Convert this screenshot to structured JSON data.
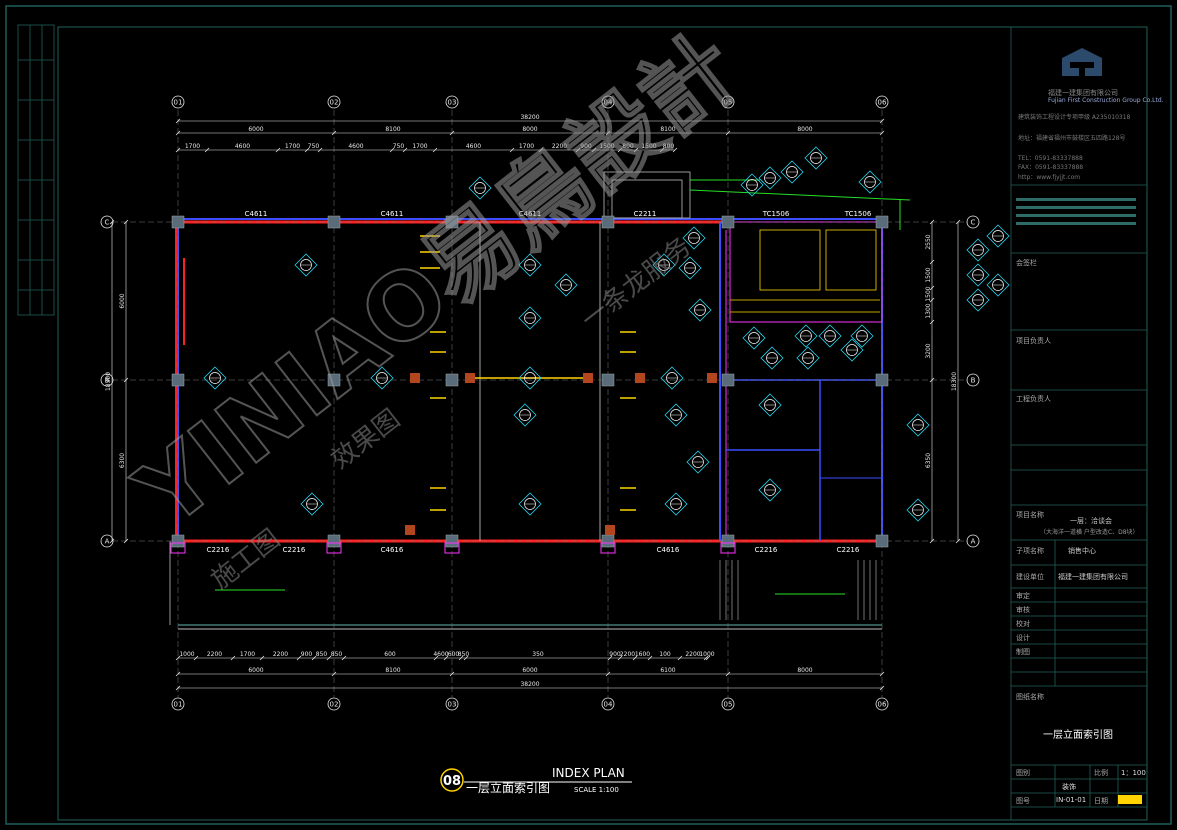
{
  "drawing": {
    "title_cn": "一层立面索引图",
    "title_en": "INDEX  PLAN",
    "scale": "SCALE 1:100",
    "number": "08"
  },
  "axes": {
    "columns": [
      "01",
      "02",
      "03",
      "04",
      "05",
      "06"
    ],
    "rows": [
      "C",
      "B",
      "A"
    ]
  },
  "dims": {
    "top_total": "38200",
    "top_bays": [
      "6000",
      "8100",
      "8000",
      "8100",
      "8000"
    ],
    "top_detail": [
      "1700",
      "4600",
      "1700",
      "750",
      "4600",
      "750",
      "1700",
      "4600",
      "1700",
      "2200",
      "900",
      "1500",
      "800",
      "1500",
      "800"
    ],
    "bottom_detail": [
      "1000",
      "2200",
      "1700",
      "2200",
      "900",
      "850",
      "850",
      "600",
      "4600",
      "600",
      "850",
      "350",
      "900",
      "2200",
      "1600",
      "100",
      "2200",
      "1000"
    ],
    "bottom_bays": [
      "6000",
      "8100",
      "6000",
      "6100",
      "8000"
    ],
    "bottom_total": "38200",
    "left": [
      "6000",
      "18300",
      "6300"
    ],
    "right": [
      "2550",
      "1500",
      "1500",
      "1300",
      "3200",
      "18300",
      "6350"
    ]
  },
  "windows": {
    "top": [
      "C4611",
      "C4611",
      "C4611",
      "C2211",
      "TC1506",
      "TC1506"
    ],
    "bottom": [
      "C2216",
      "C2216",
      "C4616",
      "C4616",
      "C2216",
      "C2216"
    ]
  },
  "watermark": {
    "brand": "YINIAO易鳥設計",
    "lines": [
      "施工图",
      "效果图",
      "一条龙服务"
    ]
  },
  "title_block": {
    "company_cn": "福建一建集团有限公司",
    "company_en": "Fujian First Construction Group Co.Ltd.",
    "qualification": "建筑装饰工程设计专项甲级 A235010318",
    "address": "地址：福建省福州市鼓楼区五四路128号",
    "tel": "TEL：0591-83337888",
    "fax": "FAX：0591-83337888",
    "web": "http：www.fjyjjt.com",
    "rows": [
      "会签栏",
      "项目负责人",
      "工程负责人",
      "审定",
      "审核",
      "校对",
      "设计",
      "制图"
    ],
    "project_label": "项目名称",
    "project_name": "一层：洽谈会",
    "project_sub": "（大海洋一道横 户型改造C、D8块）",
    "sub_label": "子项名称",
    "sub_name": "销售中心",
    "client_label": "建设单位",
    "client_name": "福建一建集团有限公司",
    "sheet_label": "图纸名称",
    "sheet_name": "一层立面索引图",
    "scale_label": "比例",
    "scale_value": "1：100",
    "stage_label": "图别",
    "stage_value": "装饰",
    "code_label": "图号",
    "code_value": "IN-01-01",
    "date_label": "日期"
  },
  "colors": {
    "background": "#000000",
    "frame": "#1f5f5a",
    "wall": "#ff2020",
    "column": "#5a6b7a",
    "dim": "#e8e8e8",
    "index": "#22d3ee",
    "yellow": "#ffd400",
    "magenta": "#ff33ff",
    "blue": "#3a4dff",
    "green": "#26e026"
  }
}
